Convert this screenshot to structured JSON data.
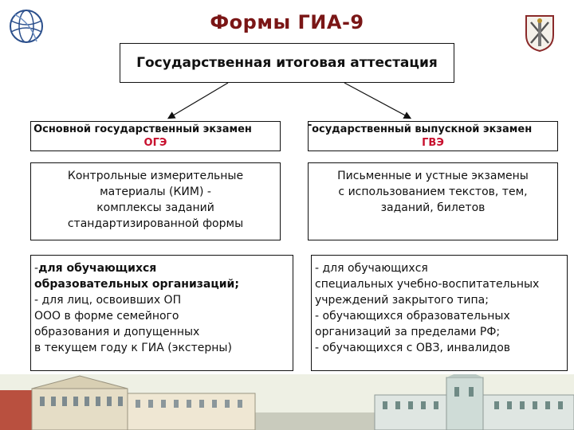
{
  "title": "Формы ГИА-9",
  "top_box": {
    "label": "Государственная итоговая аттестация"
  },
  "left_column": {
    "exam_name": "Основной государственный экзамен",
    "exam_abbr": "ОГЭ",
    "description": [
      "Контрольные измерительные",
      "материалы (КИМ) -",
      "комплексы заданий",
      "стандартизированной формы"
    ],
    "who": [
      {
        "text": "для обучающихся",
        "prefix": "-",
        "bold": true
      },
      {
        "text": "образовательных организаций;",
        "prefix": "",
        "bold": true
      },
      {
        "text": "- для лиц, освоивших ОП",
        "prefix": "",
        "bold": false
      },
      {
        "text": "ООО в форме семейного",
        "prefix": "",
        "bold": false
      },
      {
        "text": "образования и допущенных",
        "prefix": "",
        "bold": false
      },
      {
        "text": "в текущем году к ГИА (экстерны)",
        "prefix": "",
        "bold": false
      }
    ]
  },
  "right_column": {
    "exam_name": "Государственный выпускной экзамен",
    "exam_abbr": "ГВЭ",
    "description": [
      "Письменные и устные экзамены",
      "с использованием текстов, тем,",
      "заданий, билетов"
    ],
    "who": [
      "- для обучающихся",
      "специальных учебно-воспитательных",
      "учреждений закрытого типа;",
      "- обучающихся образовательных",
      "организаций за пределами РФ;",
      "- обучающихся с ОВЗ, инвалидов"
    ]
  },
  "colors": {
    "title": "#7a1616",
    "abbr": "#c8102e",
    "logo": "#2b4f8c"
  }
}
